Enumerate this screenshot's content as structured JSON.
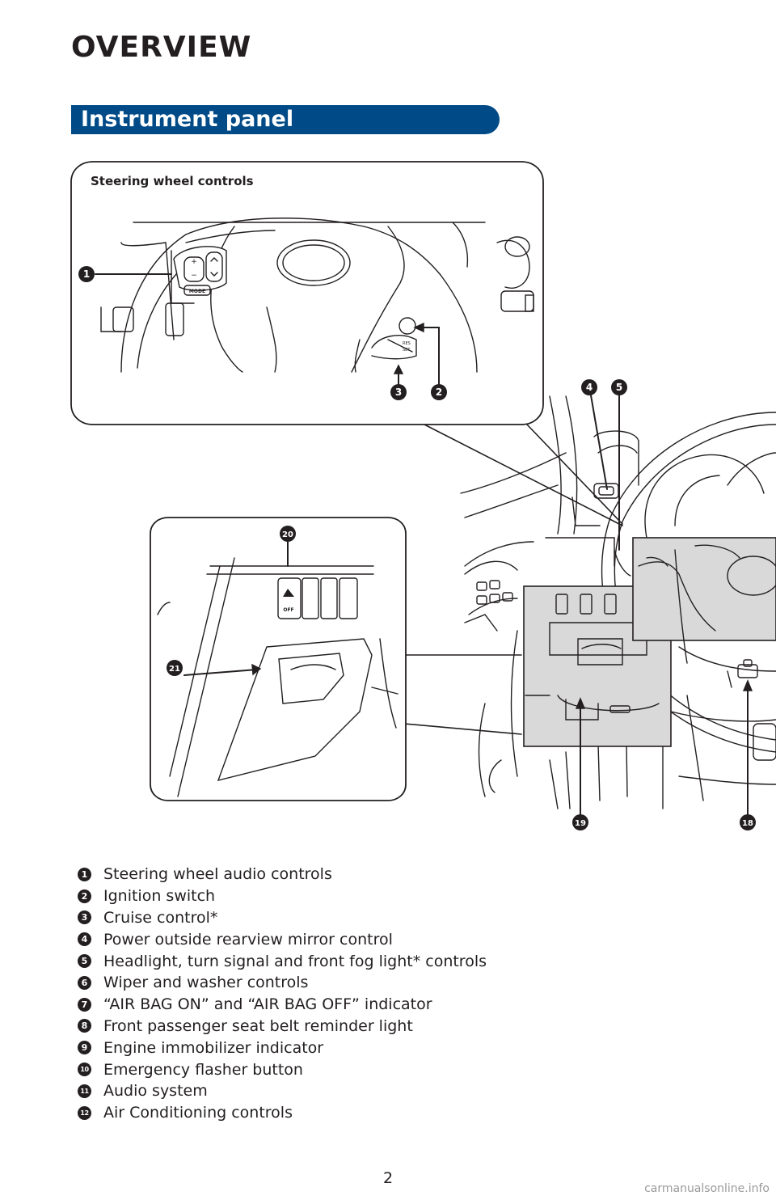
{
  "page": {
    "title": "OVERVIEW",
    "section": "Instrument panel",
    "page_number": "2",
    "watermark": "carmanualsonline.info"
  },
  "inset_steering": {
    "caption": "Steering wheel controls"
  },
  "callouts": {
    "c1": "1",
    "c2": "2",
    "c3": "3",
    "c4": "4",
    "c5": "5",
    "c18": "18",
    "c19": "19",
    "c20": "20",
    "c21": "21"
  },
  "legend": [
    {
      "num": "1",
      "label": "Steering wheel audio controls"
    },
    {
      "num": "2",
      "label": "Ignition switch"
    },
    {
      "num": "3",
      "label": "Cruise control*"
    },
    {
      "num": "4",
      "label": "Power outside rearview mirror control"
    },
    {
      "num": "5",
      "label": "Headlight, turn signal and front fog light* controls"
    },
    {
      "num": "6",
      "label": "Wiper and washer controls"
    },
    {
      "num": "7",
      "label": "“AIR BAG ON” and “AIR BAG OFF” indicator"
    },
    {
      "num": "8",
      "label": "Front passenger seat belt reminder light"
    },
    {
      "num": "9",
      "label": "Engine immobilizer indicator"
    },
    {
      "num": "10",
      "label": "Emergency flasher button"
    },
    {
      "num": "11",
      "label": "Audio system"
    },
    {
      "num": "12",
      "label": "Air Conditioning controls"
    }
  ],
  "colors": {
    "banner": "#004b87",
    "text": "#231f20",
    "highlight": "#d9d9d9"
  }
}
